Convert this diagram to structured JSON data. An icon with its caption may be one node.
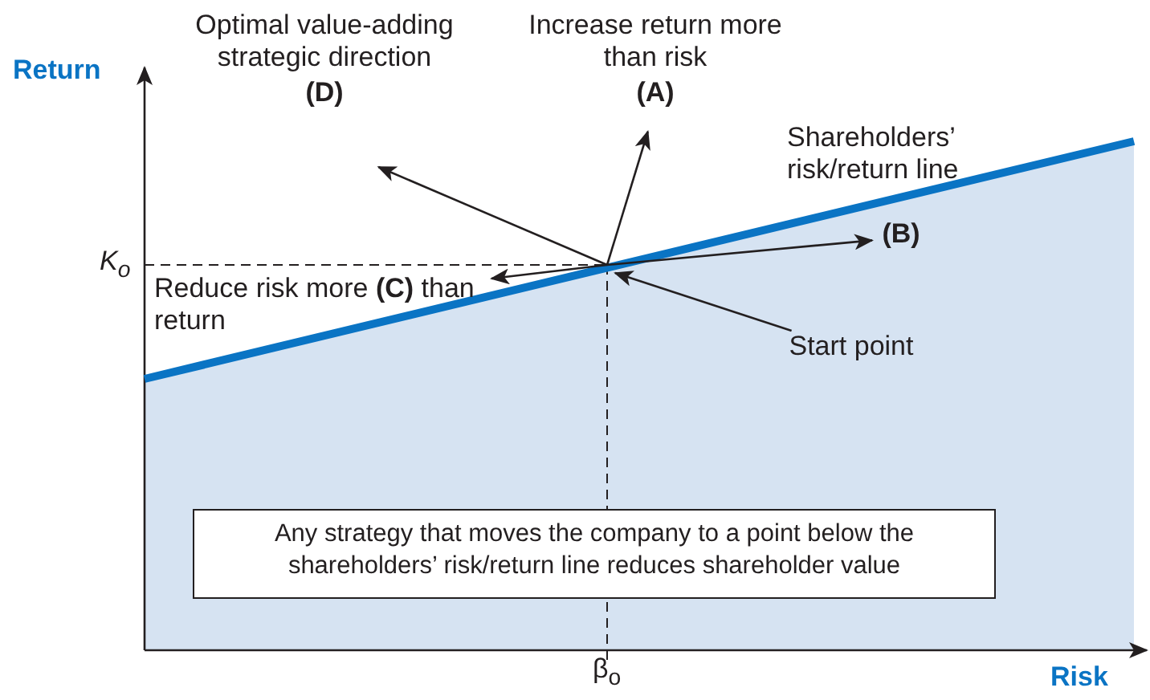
{
  "diagram": {
    "nodes": [
      {
        "text": [
          "Optimal value-adding strategic direction",
          "(D)"
        ]
      },
      {
        "text": [
          "Increase return more than risk",
          "(A)"
        ]
      },
      {
        "text": [
          "(B)"
        ]
      },
      {
        "text": [
          "Reduce risk more **(C)** than return"
        ]
      },
      {
        "text": [
          "Start point"
        ]
      },
      {
        "text": [
          "Any strategy that moves the company to a point below the shareholders’ risk/return line reduces shareholder value"
        ]
      }
    ],
    "edges": [
      {
        "from": null,
        "to": 0,
        "arrow": "to"
      },
      {
        "from": null,
        "to": 1,
        "arrow": "to"
      },
      {
        "from": null,
        "to": 2,
        "arrow": "to"
      },
      {
        "from": null,
        "to": 3,
        "arrow": "to"
      },
      {
        "from": 4,
        "to": null,
        "arrow": "to"
      }
    ],
    "labels": [
      "Return",
      "K$_{o}$",
      "Shareholders’ risk/return line",
      "β$_{o}$",
      "Risk"
    ]
  }
}
